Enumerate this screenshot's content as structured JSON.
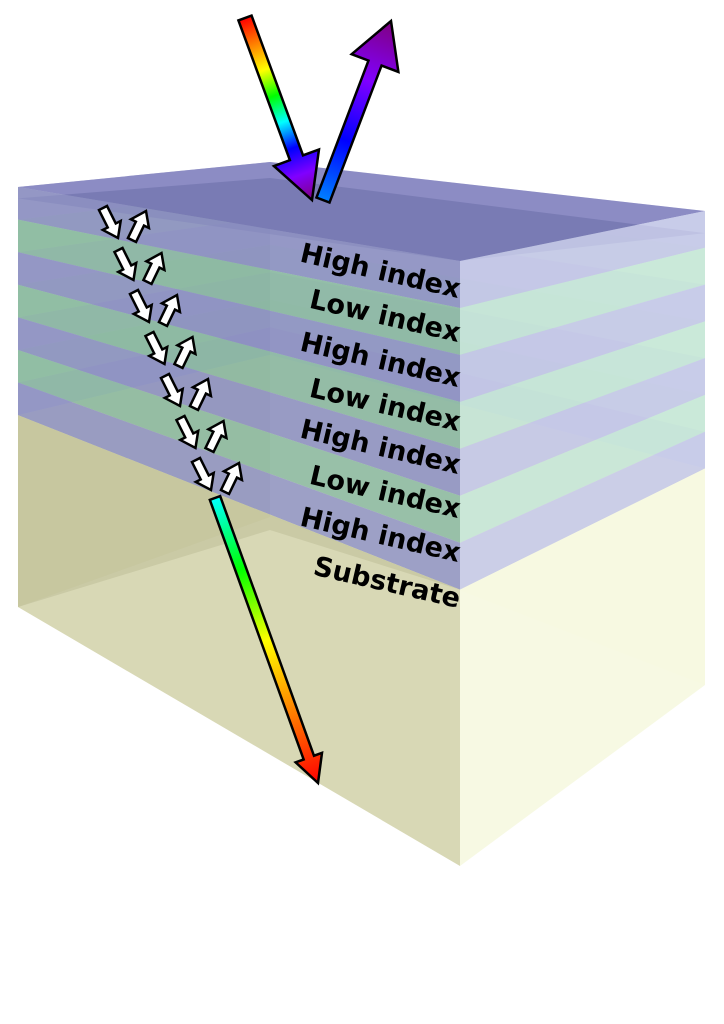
{
  "diagram": {
    "labels": [
      "High index",
      "Low index",
      "High index",
      "Low index",
      "High index",
      "Low index",
      "High index",
      "Substrate"
    ],
    "layers": [
      "high",
      "low",
      "high",
      "low",
      "high",
      "low",
      "high",
      "substrate"
    ],
    "colors": {
      "high_left": "#8a8ec0",
      "high_right": "#c4c8e8",
      "low_left": "#88b89c",
      "low_right": "#c6e8d6",
      "substrate_left": "#cfd0a5",
      "substrate_right": "#f6f8de",
      "top_surface": "#8c8cc4",
      "top_surface_dark": "#6a6ea8",
      "arrow_outline": "#000000",
      "mini_arrow_fill": "#ffffff"
    },
    "incident_gradient": [
      "#ff0000",
      "#ff8000",
      "#ffff00",
      "#00ff00",
      "#00ffff",
      "#0000ff",
      "#8000ff",
      "#800080"
    ],
    "reflected_gradient": [
      "#0080ff",
      "#0000ff",
      "#8000ff",
      "#800080"
    ],
    "transmitted_gradient": [
      "#00ffff",
      "#00ff00",
      "#ffff00",
      "#ff8000",
      "#ff0000"
    ],
    "internal_reflection_pairs": 7
  }
}
